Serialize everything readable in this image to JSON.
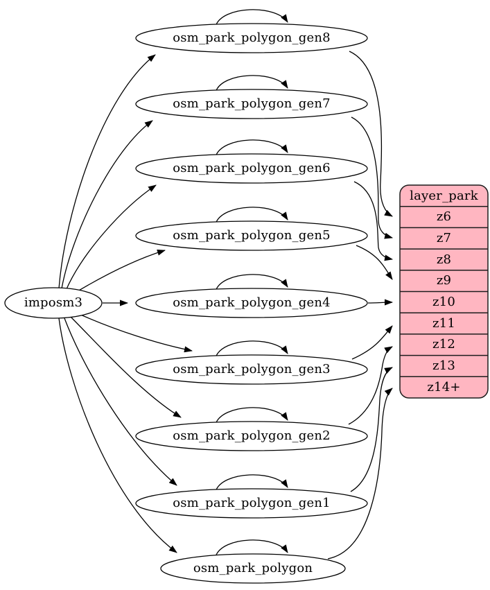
{
  "source": {
    "label": "imposm3"
  },
  "tables": [
    {
      "label": "osm_park_polygon_gen8",
      "target_zoom": "z6"
    },
    {
      "label": "osm_park_polygon_gen7",
      "target_zoom": "z7"
    },
    {
      "label": "osm_park_polygon_gen6",
      "target_zoom": "z8"
    },
    {
      "label": "osm_park_polygon_gen5",
      "target_zoom": "z9"
    },
    {
      "label": "osm_park_polygon_gen4",
      "target_zoom": "z10"
    },
    {
      "label": "osm_park_polygon_gen3",
      "target_zoom": "z11"
    },
    {
      "label": "osm_park_polygon_gen2",
      "target_zoom": "z12"
    },
    {
      "label": "osm_park_polygon_gen1",
      "target_zoom": "z13"
    },
    {
      "label": "osm_park_polygon",
      "target_zoom": "z14+"
    }
  ],
  "layer": {
    "title": "layer_park",
    "rows": [
      "z6",
      "z7",
      "z8",
      "z9",
      "z10",
      "z11",
      "z12",
      "z13",
      "z14+"
    ],
    "fill_color": "#ffb6c1",
    "border_color": "#1c1c1c"
  },
  "colors": {
    "background": "#ffffff",
    "edge": "#000000",
    "node_fill": "#ffffff"
  },
  "edges": [
    {
      "from": "imposm3",
      "to": "osm_park_polygon_gen8"
    },
    {
      "from": "imposm3",
      "to": "osm_park_polygon_gen7"
    },
    {
      "from": "imposm3",
      "to": "osm_park_polygon_gen6"
    },
    {
      "from": "imposm3",
      "to": "osm_park_polygon_gen5"
    },
    {
      "from": "imposm3",
      "to": "osm_park_polygon_gen4"
    },
    {
      "from": "imposm3",
      "to": "osm_park_polygon_gen3"
    },
    {
      "from": "imposm3",
      "to": "osm_park_polygon_gen2"
    },
    {
      "from": "imposm3",
      "to": "osm_park_polygon_gen1"
    },
    {
      "from": "imposm3",
      "to": "osm_park_polygon"
    },
    {
      "from": "osm_park_polygon_gen8",
      "to": "osm_park_polygon_gen8"
    },
    {
      "from": "osm_park_polygon_gen7",
      "to": "osm_park_polygon_gen7"
    },
    {
      "from": "osm_park_polygon_gen6",
      "to": "osm_park_polygon_gen6"
    },
    {
      "from": "osm_park_polygon_gen5",
      "to": "osm_park_polygon_gen5"
    },
    {
      "from": "osm_park_polygon_gen4",
      "to": "osm_park_polygon_gen4"
    },
    {
      "from": "osm_park_polygon_gen3",
      "to": "osm_park_polygon_gen3"
    },
    {
      "from": "osm_park_polygon_gen2",
      "to": "osm_park_polygon_gen2"
    },
    {
      "from": "osm_park_polygon_gen1",
      "to": "osm_park_polygon_gen1"
    },
    {
      "from": "osm_park_polygon",
      "to": "osm_park_polygon"
    },
    {
      "from": "osm_park_polygon_gen8",
      "to": "layer_park:z6"
    },
    {
      "from": "osm_park_polygon_gen7",
      "to": "layer_park:z7"
    },
    {
      "from": "osm_park_polygon_gen6",
      "to": "layer_park:z8"
    },
    {
      "from": "osm_park_polygon_gen5",
      "to": "layer_park:z9"
    },
    {
      "from": "osm_park_polygon_gen4",
      "to": "layer_park:z10"
    },
    {
      "from": "osm_park_polygon_gen3",
      "to": "layer_park:z11"
    },
    {
      "from": "osm_park_polygon_gen2",
      "to": "layer_park:z12"
    },
    {
      "from": "osm_park_polygon_gen1",
      "to": "layer_park:z13"
    },
    {
      "from": "osm_park_polygon",
      "to": "layer_park:z14+"
    }
  ]
}
